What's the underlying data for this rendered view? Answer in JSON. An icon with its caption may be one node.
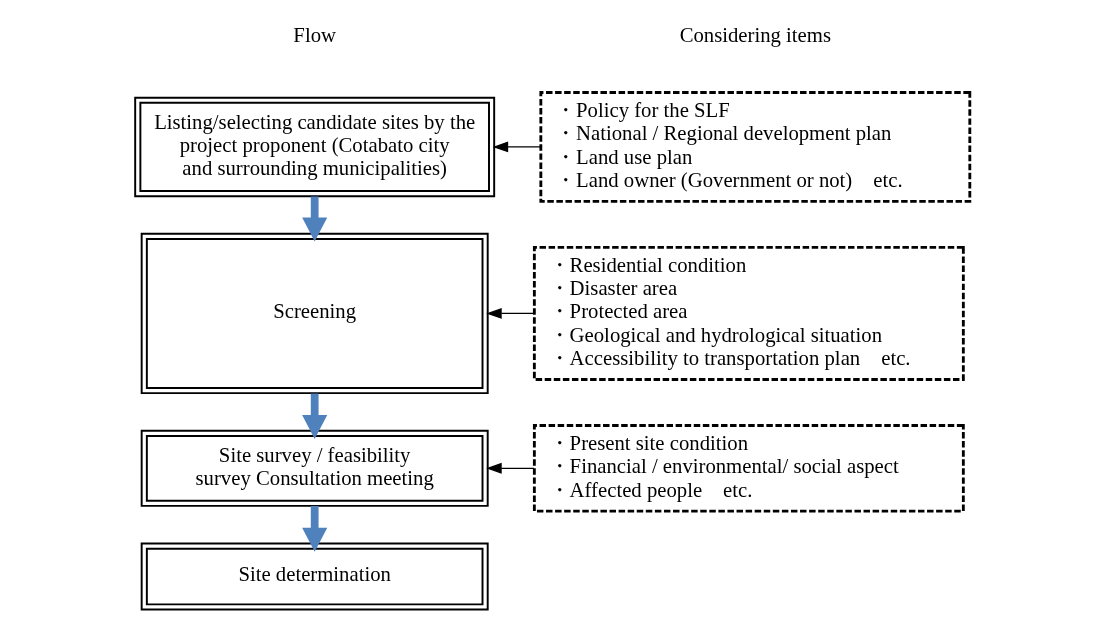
{
  "diagram": {
    "nodes": [
      {
        "text": [
          "Listing/selecting candidate sites by the project proponent (Cotabato city and surrounding municipalities)"
        ]
      },
      {
        "text": [
          "・Policy for the SLF",
          "・National / Regional development plan",
          "・Land use plan",
          "・Land owner (Government or not)　etc."
        ]
      },
      {
        "text": [
          "Screening"
        ]
      },
      {
        "text": [
          "・Residential condition",
          "・Disaster area",
          "・Protected area",
          "・Geological and hydrological situation",
          "・Accessibility to transportation plan　etc."
        ]
      },
      {
        "text": [
          "Site survey / feasibility survey Consultation meeting"
        ]
      },
      {
        "text": [
          "・Present site condition",
          "・Financial / environmental/ social aspect",
          "・Affected people　etc."
        ]
      },
      {
        "text": [
          "Site determination"
        ]
      }
    ],
    "edges": [
      {
        "from": 1,
        "to": 0,
        "arrow": "to"
      },
      {
        "from": 0,
        "to": 2,
        "arrow": "to",
        "style": "thick",
        "color": "#4f81bd"
      },
      {
        "from": 3,
        "to": 2,
        "arrow": "to"
      },
      {
        "from": 2,
        "to": 4,
        "arrow": "to",
        "style": "thick",
        "color": "#4f81bd"
      },
      {
        "from": 5,
        "to": 4,
        "arrow": "to"
      },
      {
        "from": 4,
        "to": 6,
        "arrow": "to",
        "style": "thick",
        "color": "#4f81bd"
      }
    ],
    "labels": [
      "Flow",
      "Considering items"
    ]
  }
}
